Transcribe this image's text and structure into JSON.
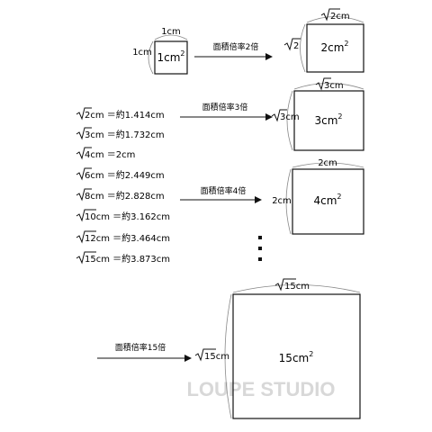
{
  "squares": [
    {
      "id": "sq1",
      "area_label": {
        "base": "1cm",
        "sup": "2"
      },
      "top_side": {
        "radical": false,
        "text": "1cm"
      },
      "left_side": {
        "radical": false,
        "text": "1cm"
      }
    },
    {
      "id": "sq2",
      "area_label": {
        "base": "2cm",
        "sup": "2"
      },
      "top_side": {
        "radical": true,
        "radicand": "2",
        "unit": "cm"
      },
      "left_side": {
        "radical": true,
        "radicand": "2",
        "unit": ""
      }
    },
    {
      "id": "sq3",
      "area_label": {
        "base": "3cm",
        "sup": "2"
      },
      "top_side": {
        "radical": true,
        "radicand": "3",
        "unit": "cm"
      },
      "left_side": {
        "radical": true,
        "radicand": "3",
        "unit": "cm"
      }
    },
    {
      "id": "sq4",
      "area_label": {
        "base": "4cm",
        "sup": "2"
      },
      "top_side": {
        "radical": false,
        "text": "2cm"
      },
      "left_side": {
        "radical": false,
        "text": "2cm"
      }
    },
    {
      "id": "sq15",
      "area_label": {
        "base": "15cm",
        "sup": "2"
      },
      "top_side": {
        "radical": true,
        "radicand": "15",
        "unit": "cm"
      },
      "left_side": {
        "radical": true,
        "radicand": "15",
        "unit": "cm"
      }
    }
  ],
  "arrows": [
    {
      "id": "arrow-2x",
      "label": "面積倍率2倍"
    },
    {
      "id": "arrow-3x",
      "label": "面積倍率3倍"
    },
    {
      "id": "arrow-4x",
      "label": "面積倍率4倍"
    },
    {
      "id": "arrow-15x",
      "label": "面積倍率15倍"
    }
  ],
  "root_table": [
    {
      "radicand": "2",
      "eq": "cm ＝約1.414cm"
    },
    {
      "radicand": "3",
      "eq": "cm ＝約1.732cm"
    },
    {
      "radicand": "4",
      "eq": "cm ＝2cm"
    },
    {
      "radicand": "6",
      "eq": "cm ＝約2.449cm"
    },
    {
      "radicand": "8",
      "eq": "cm ＝約2.828cm"
    },
    {
      "radicand": "10",
      "eq": "cm ＝約3.162cm"
    },
    {
      "radicand": "12",
      "eq": "cm ＝約3.464cm"
    },
    {
      "radicand": "15",
      "eq": "cm ＝約3.873cm"
    }
  ],
  "watermark": "LOUPE STUDIO",
  "colors": {
    "line": "#111111",
    "brace": "#888888",
    "watermark": "#d8d8d8"
  }
}
